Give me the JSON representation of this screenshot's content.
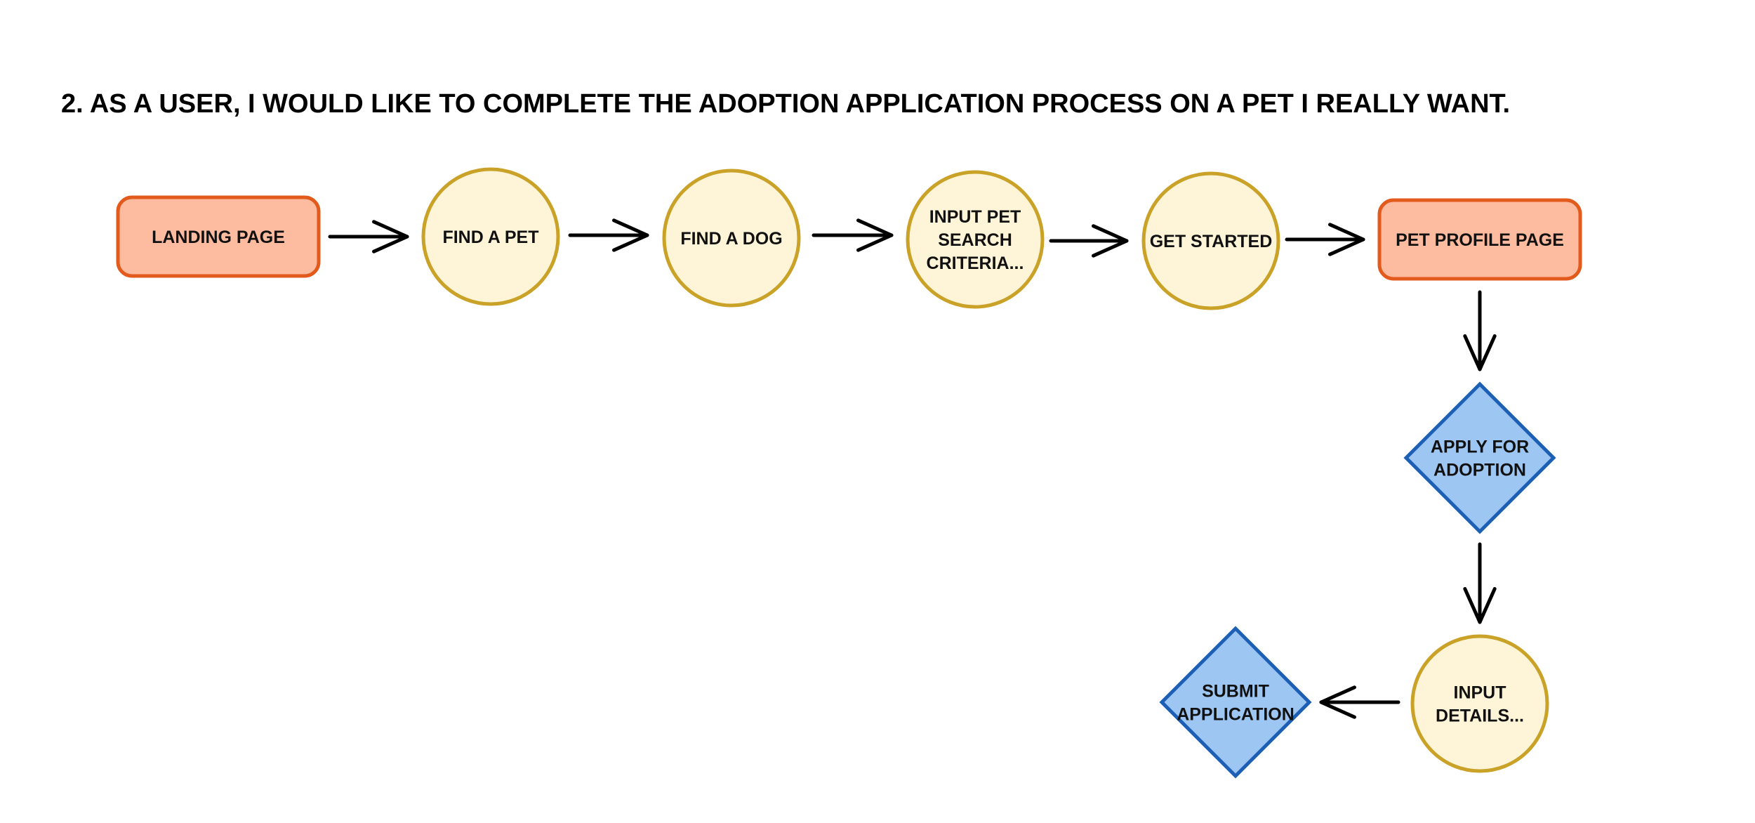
{
  "title": "2. AS A USER, I WOULD LIKE TO COMPLETE THE ADOPTION APPLICATION PROCESS ON A PET I REALLY WANT.",
  "colors": {
    "page_fill": "#FDBB9F",
    "page_stroke": "#E25A1C",
    "step_fill": "#FEF5D9",
    "step_stroke": "#C9A227",
    "decision_fill": "#9EC6F3",
    "decision_stroke": "#1C5FB5",
    "arrow": "#000000"
  },
  "nodes": [
    {
      "id": "landing-page",
      "shape": "rounded-rect",
      "lines": [
        "LANDING PAGE"
      ]
    },
    {
      "id": "find-a-pet",
      "shape": "circle",
      "lines": [
        "FIND A PET"
      ]
    },
    {
      "id": "find-a-dog",
      "shape": "circle",
      "lines": [
        "FIND A DOG"
      ]
    },
    {
      "id": "input-pet-search-criteria",
      "shape": "circle",
      "lines": [
        "INPUT PET",
        "SEARCH",
        "CRITERIA..."
      ]
    },
    {
      "id": "get-started",
      "shape": "circle",
      "lines": [
        "GET STARTED"
      ]
    },
    {
      "id": "pet-profile-page",
      "shape": "rounded-rect",
      "lines": [
        "PET PROFILE PAGE"
      ]
    },
    {
      "id": "apply-for-adoption",
      "shape": "diamond",
      "lines": [
        "APPLY FOR",
        "ADOPTION"
      ]
    },
    {
      "id": "input-details",
      "shape": "circle",
      "lines": [
        "INPUT",
        "DETAILS..."
      ]
    },
    {
      "id": "submit-application",
      "shape": "diamond",
      "lines": [
        "SUBMIT",
        "APPLICATION"
      ]
    }
  ],
  "edges": [
    {
      "from": "landing-page",
      "to": "find-a-pet"
    },
    {
      "from": "find-a-pet",
      "to": "find-a-dog"
    },
    {
      "from": "find-a-dog",
      "to": "input-pet-search-criteria"
    },
    {
      "from": "input-pet-search-criteria",
      "to": "get-started"
    },
    {
      "from": "get-started",
      "to": "pet-profile-page"
    },
    {
      "from": "pet-profile-page",
      "to": "apply-for-adoption"
    },
    {
      "from": "apply-for-adoption",
      "to": "input-details"
    },
    {
      "from": "input-details",
      "to": "submit-application"
    }
  ]
}
